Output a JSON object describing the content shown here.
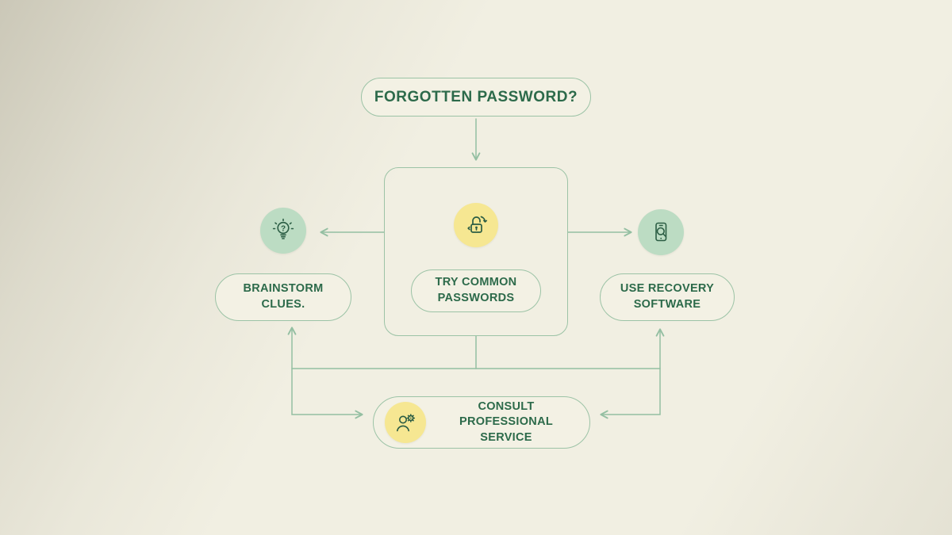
{
  "palette": {
    "background": "#f1efe2",
    "node_border": "#9cc3a6",
    "connector": "#94bfa2",
    "text": "#2c6a4a",
    "icon_circle_green": "#bcdcc3",
    "icon_circle_yellow": "#f6e792",
    "icon_stroke": "#2b5d44"
  },
  "flowchart": {
    "title": {
      "label": "FORGOTTEN PASSWORD?"
    },
    "center": {
      "icon": "padlock-unlock-icon",
      "lines": [
        "TRY COMMON",
        "PASSWORDS"
      ]
    },
    "left": {
      "icon": "lightbulb-question-icon",
      "lines": [
        "BRAINSTORM",
        "CLUES."
      ]
    },
    "right": {
      "icon": "recovery-software-icon",
      "lines": [
        "USE RECOVERY",
        "SOFTWARE"
      ]
    },
    "bottom": {
      "icon": "person-gear-icon",
      "lines": [
        "CONSULT",
        "PROFESSIONAL SERVICE"
      ]
    }
  }
}
